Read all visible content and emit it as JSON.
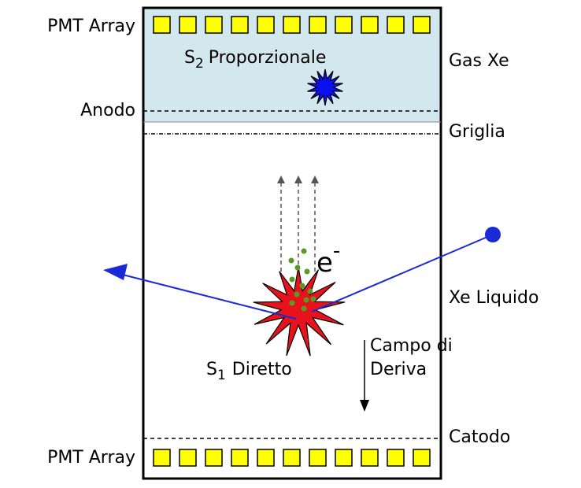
{
  "labels": {
    "pmt_top": "PMT Array",
    "pmt_bottom": "PMT Array",
    "gas": "Gas Xe",
    "anode": "Anodo",
    "grid": "Griglia",
    "liquid": "Xe Liquido",
    "cathode": "Catodo",
    "s2_sub": "2",
    "s2_text": "Proporzionale",
    "s1_sub": "1",
    "s1_text": "Diretto",
    "electron_base": "e",
    "electron_sup": "-",
    "drift_line1": "Campo di",
    "drift_line2": "Deriva",
    "signal_letter": "S"
  },
  "pmt_count_top": 11,
  "pmt_count_bottom": 11,
  "colors": {
    "gas_fill": "#d3e7ef",
    "pmt_fill": "#ffff00",
    "s1_star": "#e8121c",
    "s2_star": "#0a10f0",
    "track": "#1a2ad6",
    "electron_dots": "#5a9a22",
    "arrows": "#555555"
  }
}
